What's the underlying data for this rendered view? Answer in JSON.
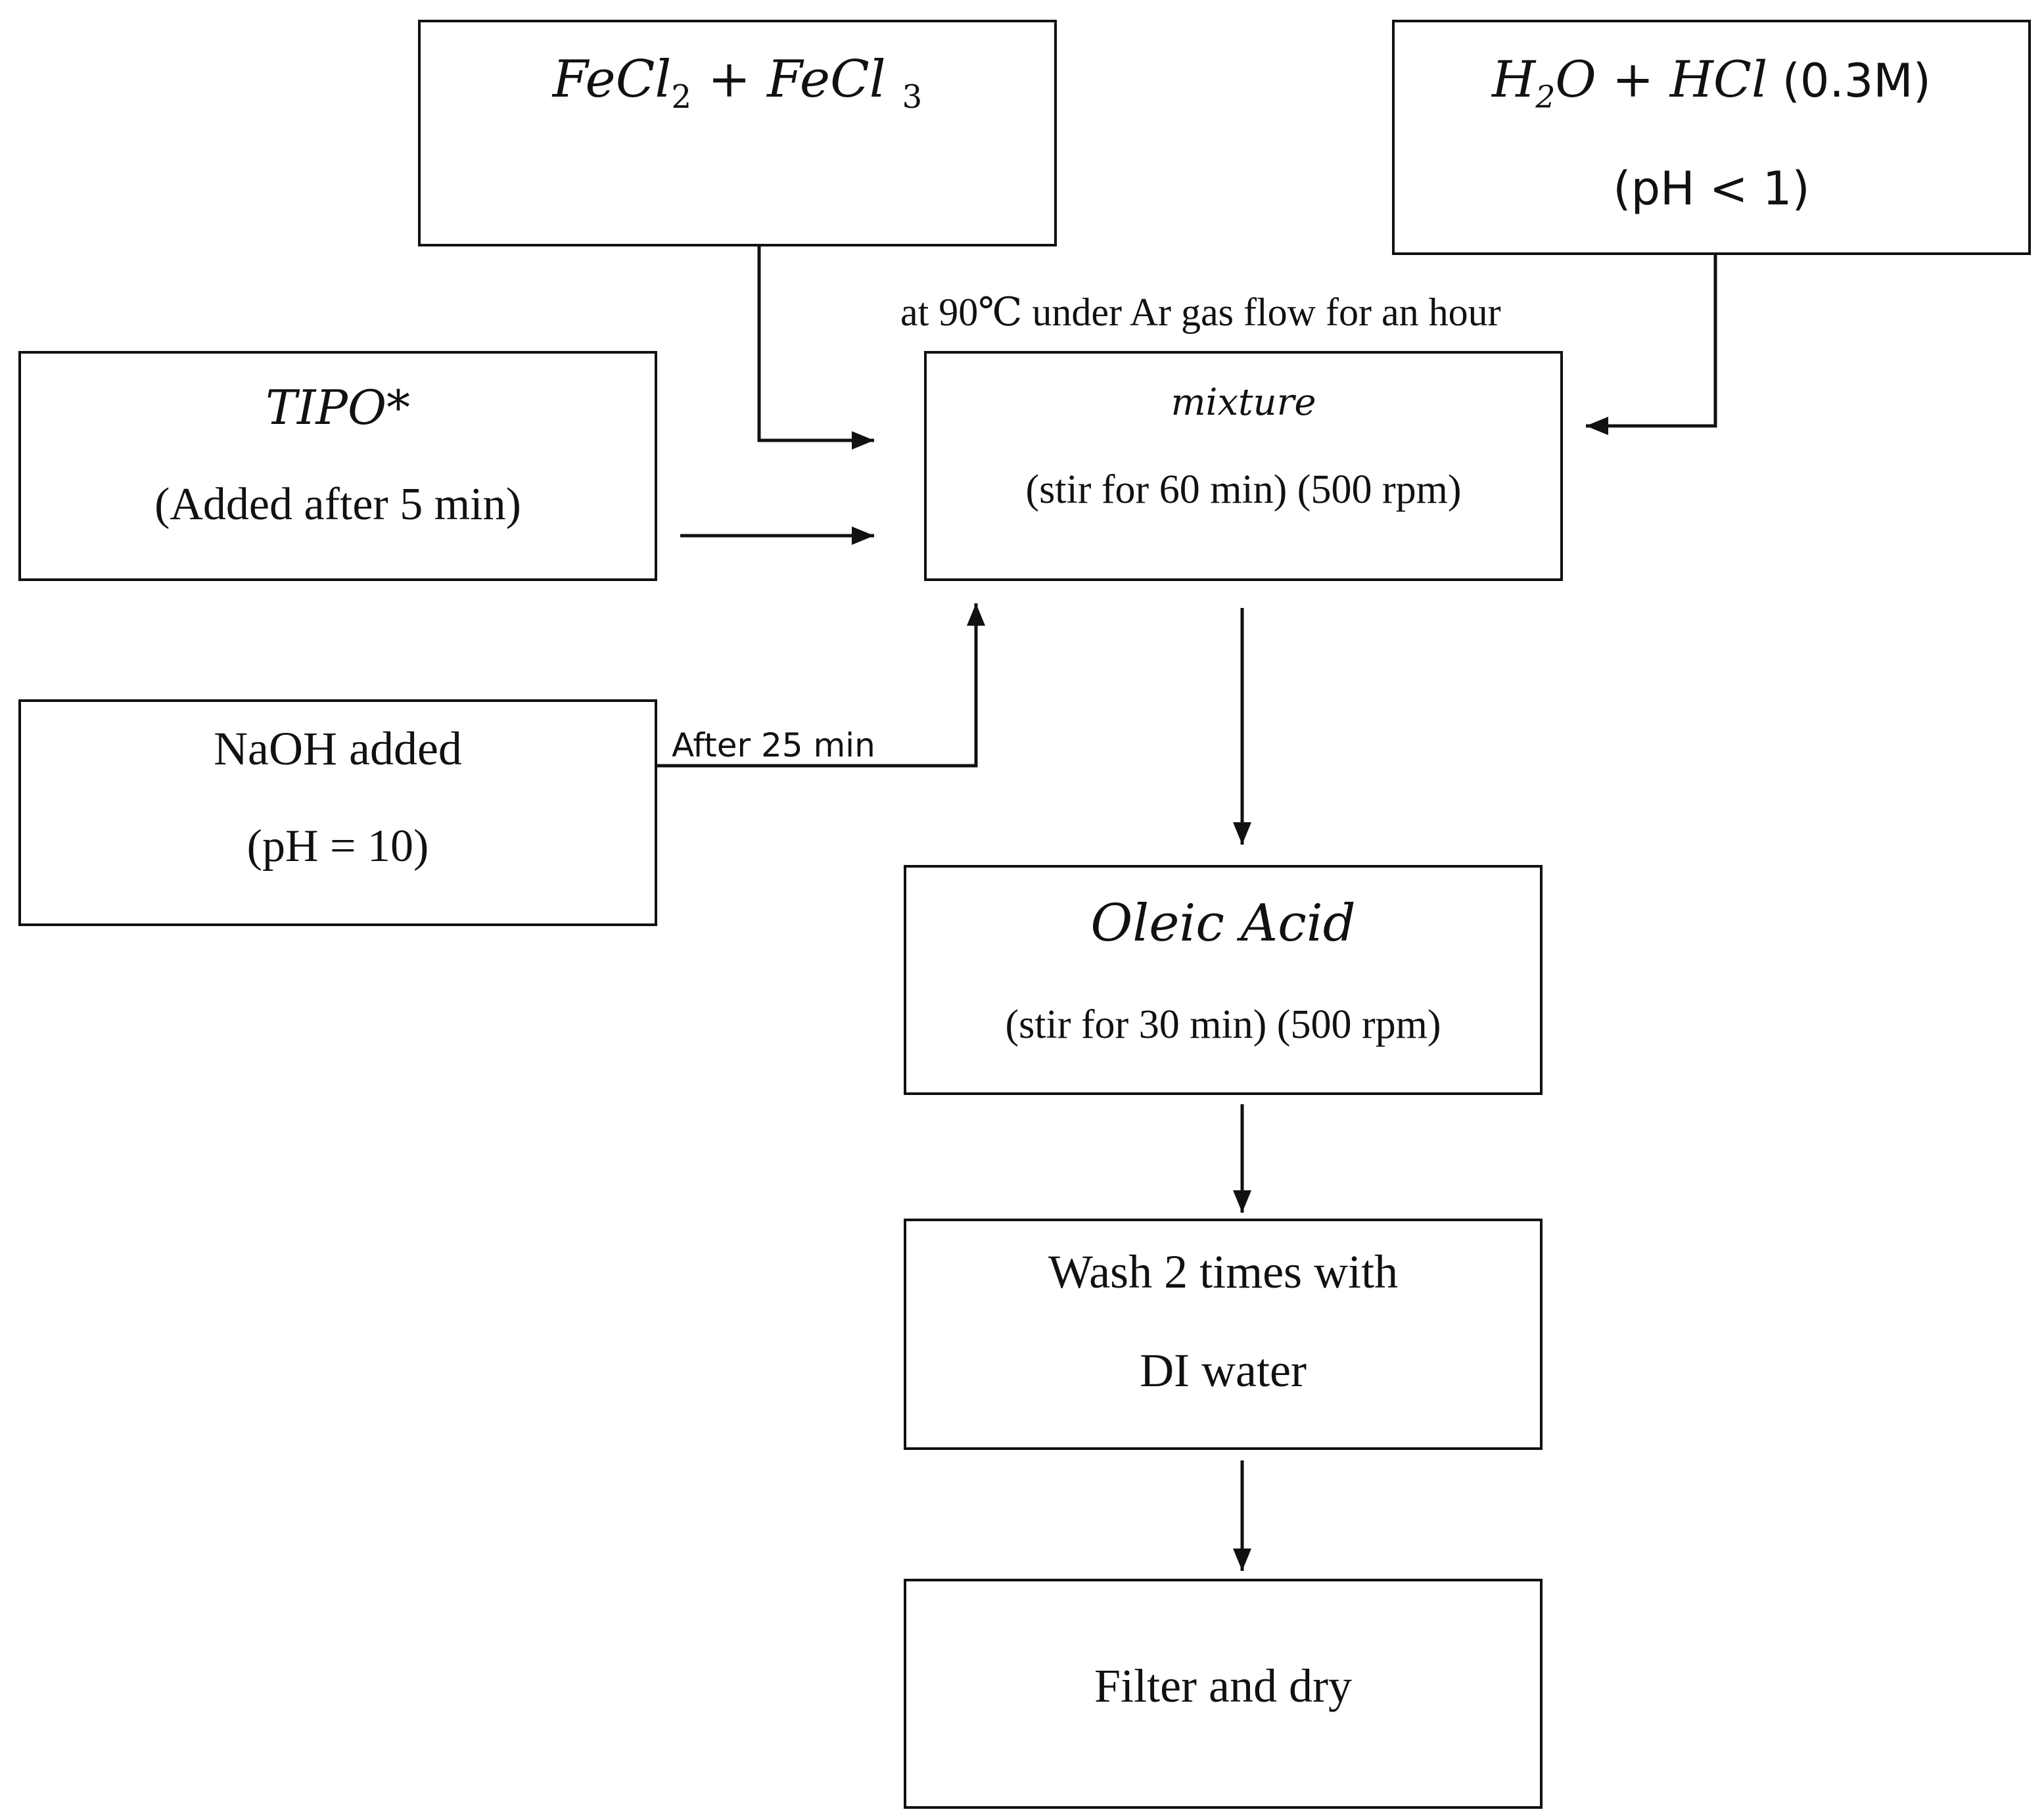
{
  "boxes": {
    "iron_salts": {
      "part1": "FeCl",
      "sub1": "2",
      "plus": " + ",
      "part2": "FeCl ",
      "sub2": "3"
    },
    "acid_solution": {
      "h": "H",
      "sub": "2",
      "rest": "O + HCl",
      "conc": " (0.3M)",
      "ph": "(pH < 1)"
    },
    "tipo": {
      "name": "TIPO*",
      "note": "(Added after 5 min)"
    },
    "naoh": {
      "name": "NaOH added",
      "ph": "(pH = 10)"
    },
    "mixture": {
      "name": "mixture",
      "note": "(stir for 60 min) (500 rpm)"
    },
    "oleic_acid": {
      "name": "Oleic Acid",
      "note": "(stir for 30 min) (500 rpm)"
    },
    "wash": {
      "line1": "Wash 2 times with",
      "line2": "DI water"
    },
    "filter": {
      "name": "Filter and dry"
    }
  },
  "annotations": {
    "condition": "at  90℃ under Ar gas flow for an hour",
    "naoh_timing": "After 25 min"
  }
}
